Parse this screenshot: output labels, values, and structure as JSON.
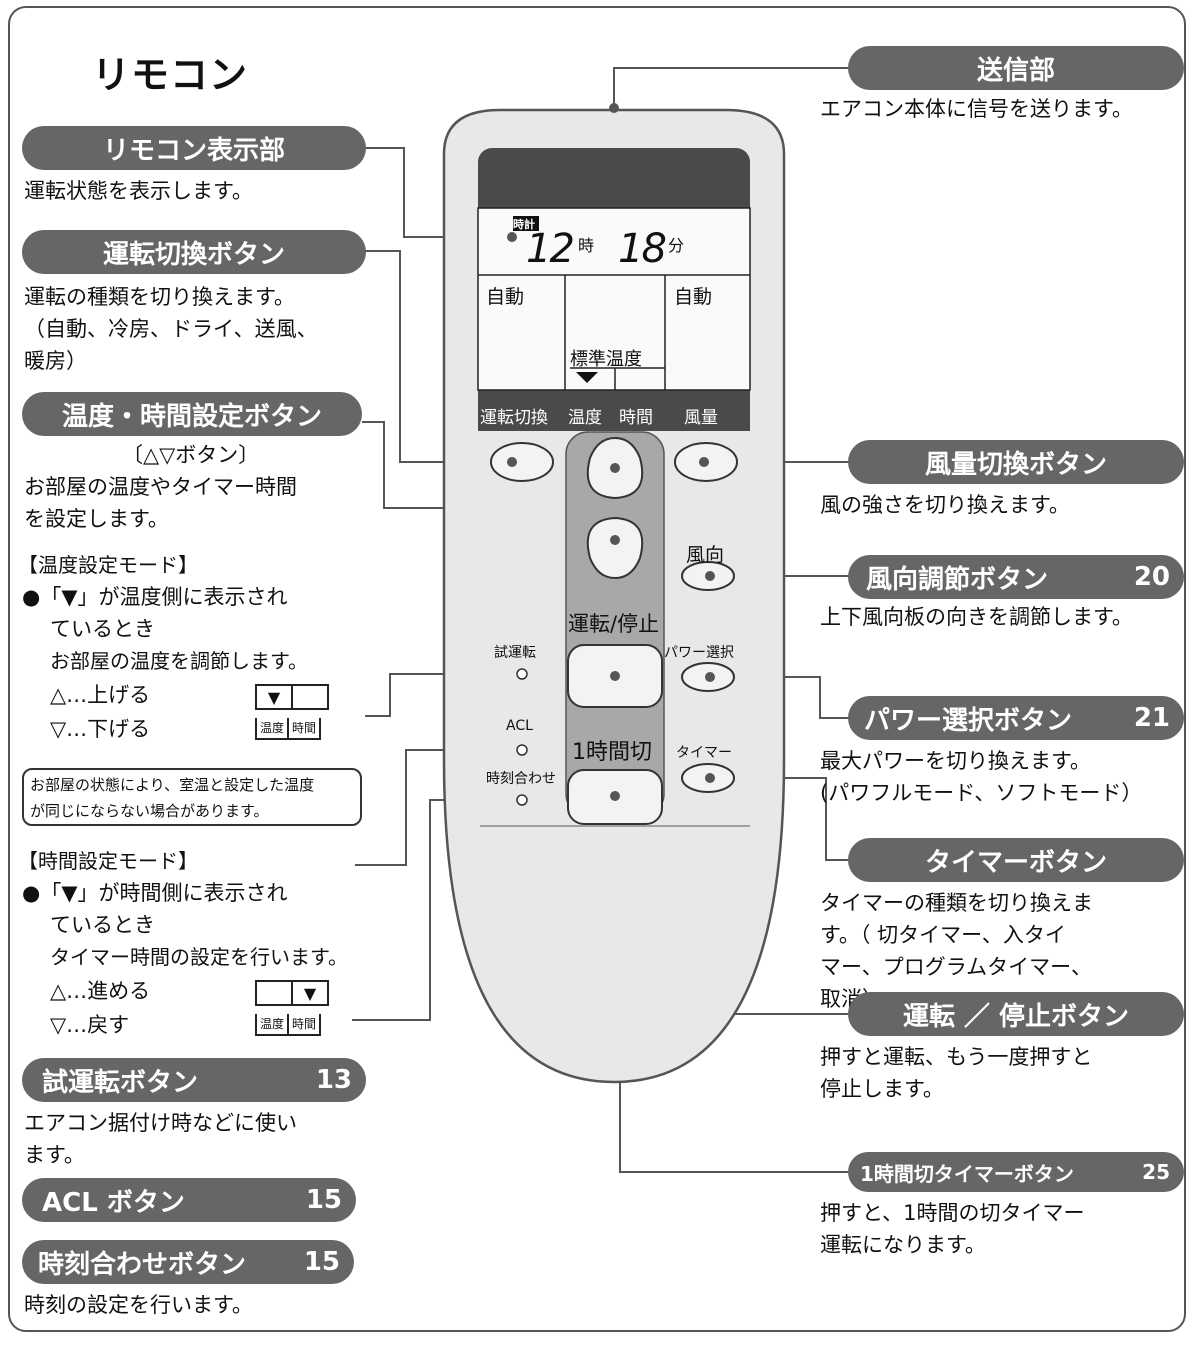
{
  "title": "リモコン",
  "left": {
    "display": {
      "label": "リモコン表示部",
      "desc": "運転状態を表示します。"
    },
    "mode_button": {
      "label": "運転切換ボタン",
      "desc1": "運転の種類を切り換えます。",
      "desc2": "（自動、冷房、ドライ、送風、",
      "desc3": "暖房）"
    },
    "temp_time": {
      "label": "温度・時間設定ボタン",
      "sub": "〔△▽ボタン〕",
      "desc1": "お部屋の温度やタイマー時間",
      "desc2": "を設定します。"
    },
    "temp_mode": {
      "heading": "【温度設定モード】",
      "b1": "●「▼」が温度側に表示され",
      "b2": "ているとき",
      "b3": "お部屋の温度を調節します。",
      "up": "△…上げる",
      "down": "▽…下げる"
    },
    "note": {
      "line1": "お部屋の状態により、室温と設定した温度",
      "line2": "が同じにならない場合があります。"
    },
    "time_mode": {
      "heading": "【時間設定モード】",
      "b1": "●「▼」が時間側に表示され",
      "b2": "ているとき",
      "b3": "タイマー時間の設定を行います。",
      "up": "△…進める",
      "down": "▽…戻す"
    },
    "mini": {
      "temp": "温度",
      "time": "時間",
      "arrow": "▼"
    },
    "test_run": {
      "label": "試運転ボタン",
      "num": "13",
      "desc1": "エアコン据付け時などに使い",
      "desc2": "ます。"
    },
    "acl": {
      "label": "ACL ボタン",
      "num": "15"
    },
    "clock": {
      "label": "時刻合わせボタン",
      "num": "15",
      "desc": "時刻の設定を行います。"
    }
  },
  "right": {
    "transmitter": {
      "label": "送信部",
      "desc": "エアコン本体に信号を送ります。"
    },
    "fan_button": {
      "label": "風量切換ボタン",
      "desc": "風の強さを切り換えます。"
    },
    "direction": {
      "label": "風向調節ボタン",
      "num": "20",
      "desc": "上下風向板の向きを調節します。"
    },
    "power": {
      "label": "パワー選択ボタン",
      "num": "21",
      "desc1": "最大パワーを切り換えます。",
      "desc2": "(パワフルモード、ソフトモード）"
    },
    "timer": {
      "label": "タイマーボタン",
      "desc1": "タイマーの種類を切り換えま",
      "desc2": "す。（ 切タイマー、入タイ",
      "desc3": "マー、プログラムタイマー、",
      "desc4": "取消）"
    },
    "run_stop": {
      "label": "運転 ／ 停止ボタン",
      "desc1": "押すと運転、もう一度押すと",
      "desc2": "停止します。"
    },
    "one_hour": {
      "label": "1時間切タイマーボタン",
      "num": "25",
      "desc1": "押すと、1時間の切タイマー",
      "desc2": "運転になります。"
    }
  },
  "remote": {
    "lcd_clock": "時計",
    "hour": "12",
    "hour_unit": "時",
    "minute": "18",
    "minute_unit": "分",
    "auto_left": "自動",
    "auto_right": "自動",
    "standard_temp": "標準温度",
    "tab_mode": "運転切換",
    "tab_temp": "温度",
    "tab_time": "時間",
    "tab_fan": "風量",
    "dir_label": "風向",
    "run_stop": "運転/停止",
    "power_sel": "パワー選択",
    "test_run": "試運転",
    "acl": "ACL",
    "timer": "タイマー",
    "clock_set": "時刻合わせ",
    "one_hour": "1時間切"
  }
}
